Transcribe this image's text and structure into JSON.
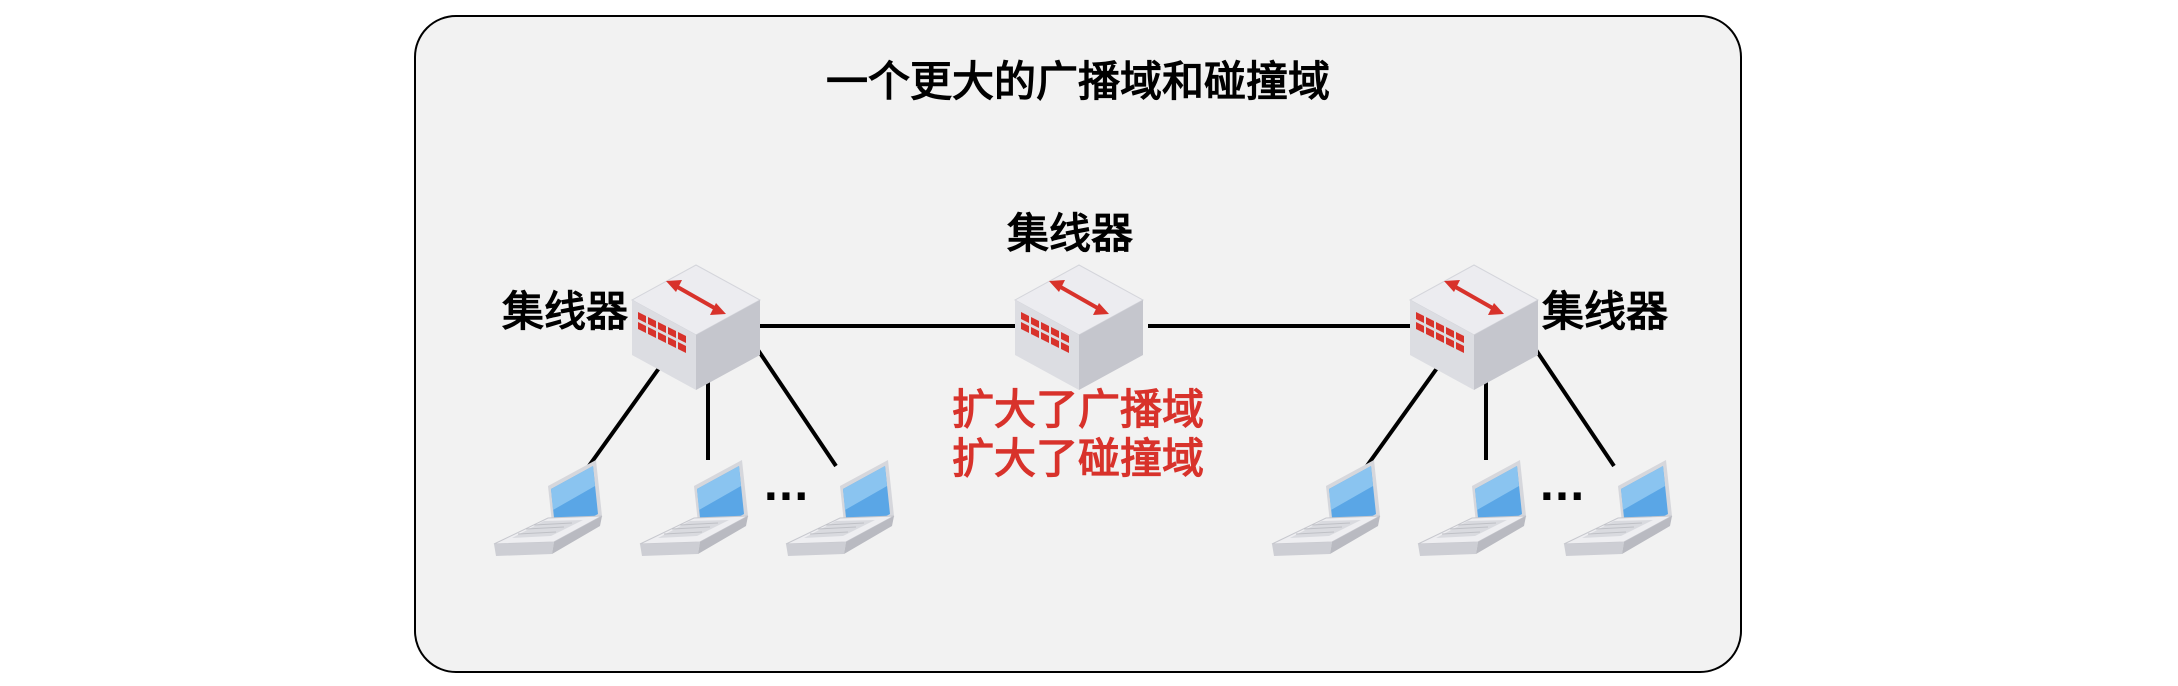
{
  "diagram": {
    "title": "一个更大的广播域和碰撞域",
    "hub_left_label": "集线器",
    "hub_center_label": "集线器",
    "hub_right_label": "集线器",
    "note_line1": "扩大了广播域",
    "note_line2": "扩大了碰撞域",
    "ellipsis_left": "···",
    "ellipsis_right": "···"
  },
  "colors": {
    "panel_bg": "#f2f2f2",
    "accent_red": "#d8322b",
    "hub_top": "#e9e9ee",
    "hub_side": "#c9cad1",
    "laptop_screen": "#6fb3ea"
  },
  "icons": {
    "hub": "hub-icon",
    "laptop": "laptop-icon"
  }
}
